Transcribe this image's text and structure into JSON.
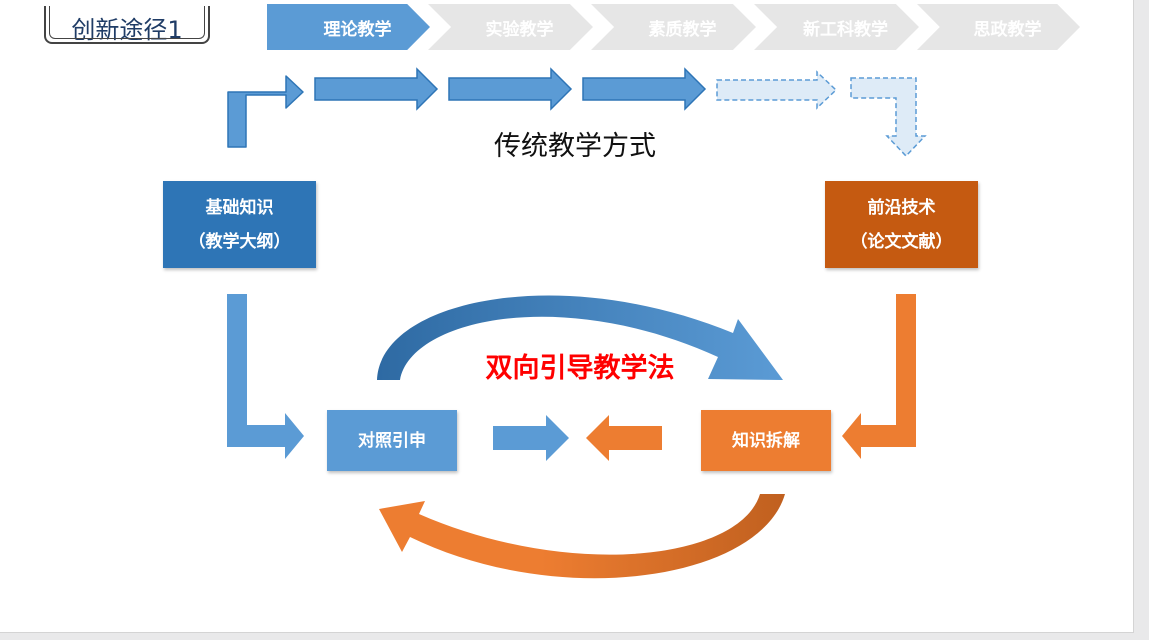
{
  "title": "创新途径1",
  "steps": [
    {
      "label": "理论教学",
      "active": true
    },
    {
      "label": "实验教学",
      "active": false
    },
    {
      "label": "素质教学",
      "active": false
    },
    {
      "label": "新工科教学",
      "active": false
    },
    {
      "label": "思政教学",
      "active": false
    }
  ],
  "nodes": {
    "foundation": {
      "line1": "基础知识",
      "line2": "（教学大纲）"
    },
    "frontier": {
      "line1": "前沿技术",
      "line2": "（论文文献）"
    },
    "compare": {
      "label": "对照引申"
    },
    "decompose": {
      "label": "知识拆解"
    }
  },
  "labels": {
    "traditional": "传统教学方式",
    "method": "双向引导教学法"
  },
  "colors": {
    "blue": "#5b9bd5",
    "blue_dark": "#2e75b6",
    "blue_light": "#deebf7",
    "orange": "#ed7d31",
    "orange_dark": "#c55a11",
    "step_inactive": "#e6e6e6"
  }
}
